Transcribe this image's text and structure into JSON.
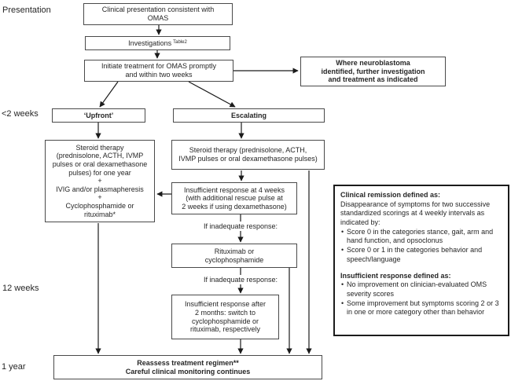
{
  "diagram": {
    "title_context": "OMAS treatment flowchart",
    "colors": {
      "box_border": "#4a4a4a",
      "panel_border": "#1b1b1b",
      "arrow": "#1b1b1b",
      "text": "#262626",
      "background": "#ffffff"
    },
    "timeline_labels": {
      "presentation": "Presentation",
      "under_2_weeks": "<2 weeks",
      "twelve_weeks": "12 weeks",
      "one_year": "1 year"
    },
    "nodes": {
      "clinical_presentation": "Clinical presentation consistent with\nOMAS",
      "investigations": "Investigations",
      "investigations_ref": "Table2",
      "initiate_treatment": "Initiate treatment for OMAS promptly\nand within two weeks",
      "neuroblastoma": "Where neuroblastoma\nidentified, further investigation\nand treatment as indicated",
      "upfront_label": "‘Upfront’",
      "escalating_label": "Escalating",
      "upfront_steroid": "Steroid therapy\n(prednisolone, ACTH, IVMP\npulses or oral dexamethasone\npulses) for one year\n+\nIVIG and/or plasmapheresis\n+\nCyclophosphamide or\nrituximab*",
      "escalating_steroid": "Steroid therapy (prednisolone, ACTH,\nIVMP pulses or oral dexamethasone pulses)",
      "insufficient_4_weeks": "Insufficient response at 4 weeks\n(with additional rescue pulse at\n2 weeks if using dexamethasone)",
      "rituximab_cyclophosphamide": "Rituximab or\ncyclophosphamide",
      "insufficient_2_months": "Insufficient response after\n2 months: switch to\ncyclophosphamide or\nrituximab, respectively",
      "reassess": "Reassess treatment regimen**\nCareful clinical monitoring continues"
    },
    "annotations": {
      "if_inadequate_1": "If inadequate response:",
      "if_inadequate_2": "If inadequate response:"
    },
    "side_panel": {
      "remission_heading": "Clinical remission defined as:",
      "remission_intro": "Disappearance of symptoms for two successive standardized scorings at 4 weekly intervals as indicated by:",
      "remission_bullets": [
        "Score 0 in the categories stance, gait, arm and hand function, and opsoclonus",
        "Score 0 or 1 in the categories behavior and speech/language"
      ],
      "insufficient_heading": "Insufficient response defined as:",
      "insufficient_bullets": [
        "No improvement on clinician-evaluated OMS severity scores",
        "Some improvement but symptoms scoring 2 or 3 in one or more category other than behavior"
      ]
    }
  }
}
